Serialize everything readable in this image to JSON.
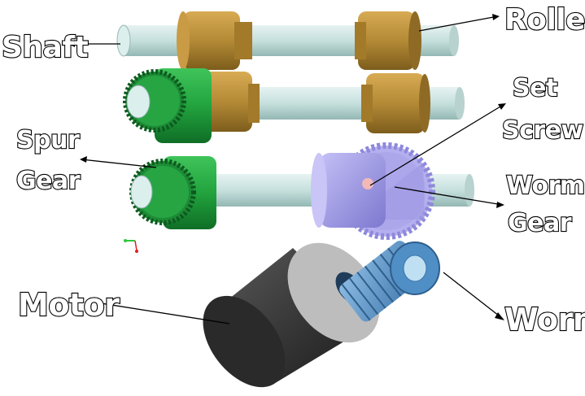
{
  "labels": {
    "shaft": "Shaft",
    "roller": "Roller",
    "set_line1": "Set",
    "set_line2": "Screw",
    "spur_line1": "Spur",
    "spur_line2": "Gear",
    "worm_gear_line1": "Worm",
    "worm_gear_line2": "Gear",
    "motor": "Motor",
    "worm": "Worm"
  },
  "colors": {
    "shaft": "#c9e3e0",
    "roller": "#b98c34",
    "spur_gear": "#1f9e3c",
    "hub": "#a6a1ee",
    "worm_gear": "#b6b2ef",
    "worm": "#4f8fc6",
    "motor_body": "#3a3a3a",
    "motor_cap": "#bdbdbd",
    "set_screw": "#f2b9b9"
  }
}
